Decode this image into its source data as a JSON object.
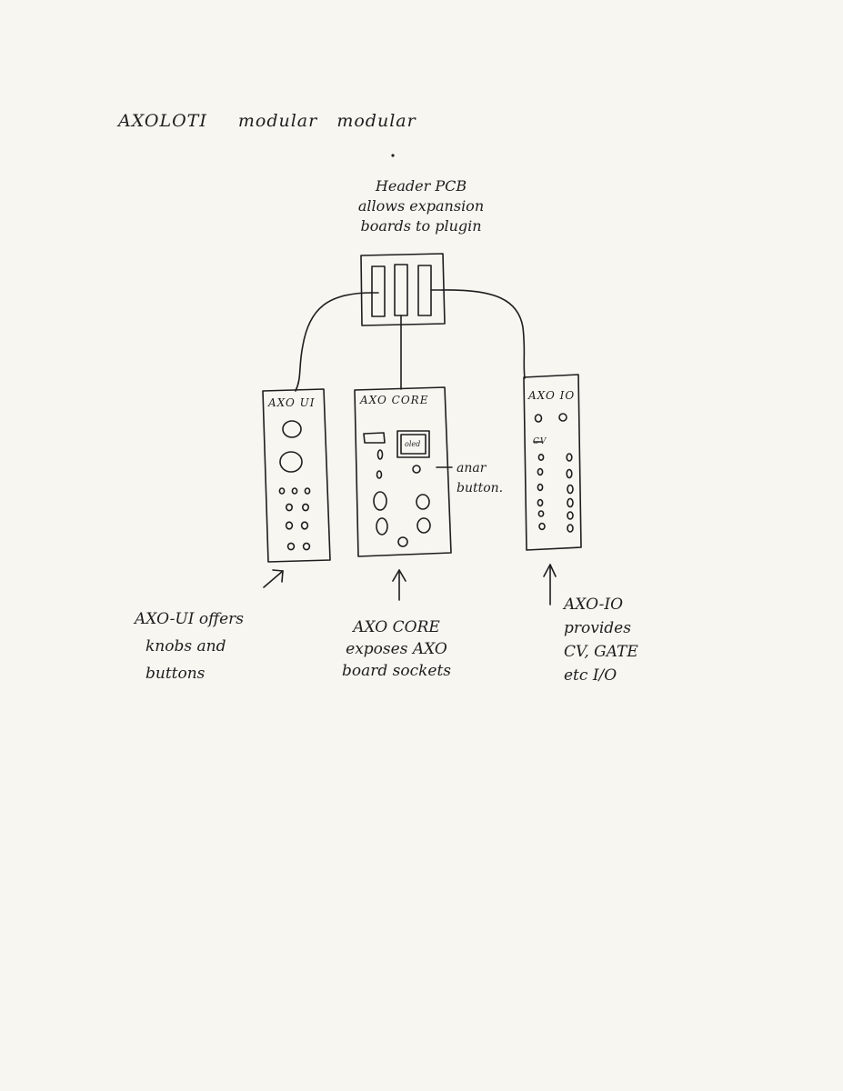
{
  "title": {
    "product": "AXOLOTI",
    "word1": "modular",
    "word2": "modular"
  },
  "header_pcb": {
    "lines": [
      "Header PCB",
      "allows expansion",
      "boards to plugin"
    ]
  },
  "modules": {
    "ui": {
      "label": "AXO UI"
    },
    "core": {
      "label": "AXO CORE",
      "oled_label": "oled",
      "button_note": [
        "anar",
        "button."
      ]
    },
    "io": {
      "label": "AXO IO",
      "cv_label": "CV"
    }
  },
  "notes": {
    "ui": [
      "AXO-UI offers",
      "knobs and",
      "buttons"
    ],
    "core": [
      "AXO CORE",
      "exposes AXO",
      "board sockets"
    ],
    "io": [
      "AXO-IO",
      "provides",
      "CV, GATE",
      "etc I/O"
    ]
  },
  "colors": {
    "paper": "#f7f6f1",
    "ink": "#1e1e1e"
  }
}
